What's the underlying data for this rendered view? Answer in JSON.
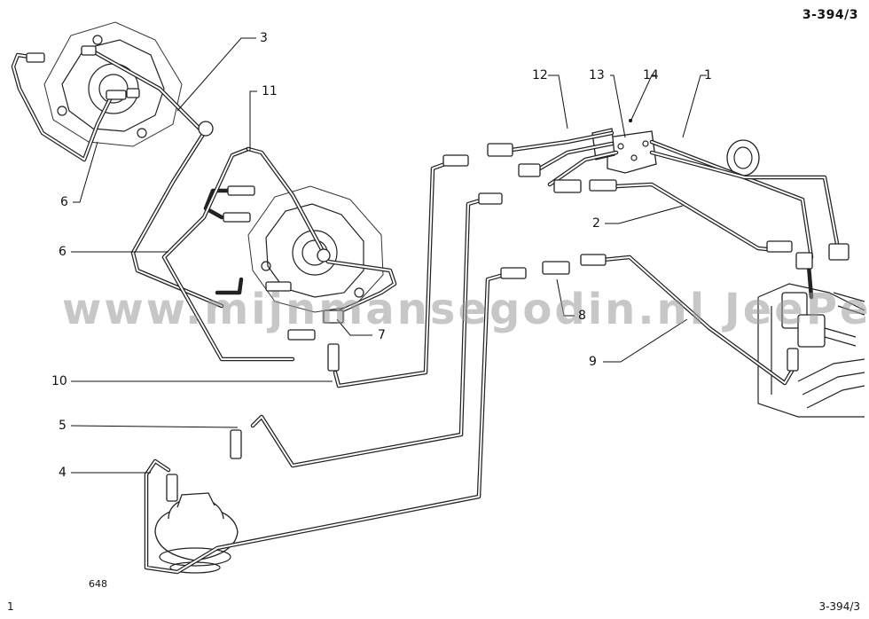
{
  "drawing": {
    "reference_top": "3-394/3",
    "reference_bottom": "3-394/3",
    "page_number": "1",
    "sheet_code": "648",
    "watermark": "www.mijnmansegodin.nl  JeePee"
  },
  "callouts": [
    {
      "id": "1",
      "label": "1"
    },
    {
      "id": "2",
      "label": "2"
    },
    {
      "id": "3",
      "label": "3"
    },
    {
      "id": "4",
      "label": "4"
    },
    {
      "id": "5",
      "label": "5"
    },
    {
      "id": "6a",
      "label": "6"
    },
    {
      "id": "6b",
      "label": "6"
    },
    {
      "id": "7",
      "label": "7"
    },
    {
      "id": "8",
      "label": "8"
    },
    {
      "id": "9",
      "label": "9"
    },
    {
      "id": "10",
      "label": "10"
    },
    {
      "id": "11",
      "label": "11"
    },
    {
      "id": "12",
      "label": "12"
    },
    {
      "id": "13",
      "label": "13"
    },
    {
      "id": "14",
      "label": "14"
    }
  ]
}
